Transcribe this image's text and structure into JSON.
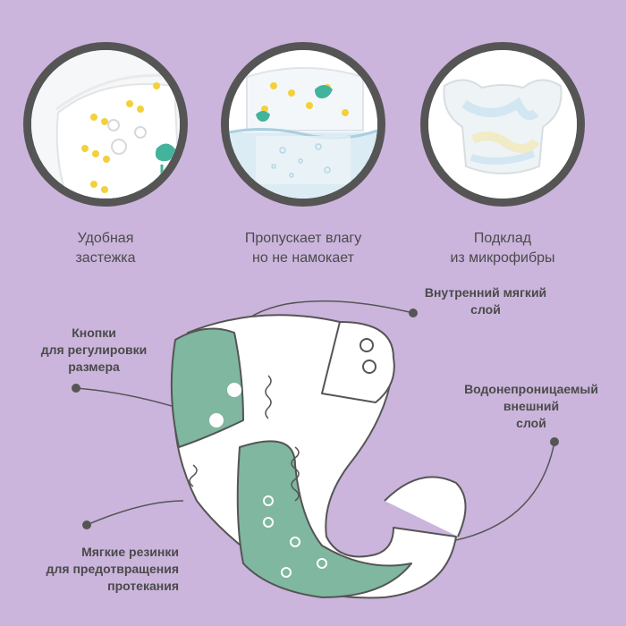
{
  "colors": {
    "background": "#cbb5dc",
    "ring": "#555555",
    "mint": "#7fb7a0",
    "outline": "#555555"
  },
  "features": [
    {
      "icon": "snap-closure-photo",
      "line1": "Удобная",
      "line2": "застежка"
    },
    {
      "icon": "water-resistant-photo",
      "line1": "Пропускает влагу",
      "line2": "но не намокает"
    },
    {
      "icon": "microfiber-liner-photo",
      "line1": "Подклад",
      "line2": "из микрофибры"
    }
  ],
  "diagram_labels": {
    "inner_layer": {
      "line1": "Внутренний мягкий",
      "line2": "слой"
    },
    "snaps": {
      "line1": "Кнопки",
      "line2": "для регулировки",
      "line3": "размера"
    },
    "outer_layer": {
      "line1": "Водонепроницаемый",
      "line2": "внешний",
      "line3": "слой"
    },
    "elastics": {
      "line1": "Мягкие резинки",
      "line2": "для предотвращения",
      "line3": "протекания"
    }
  }
}
